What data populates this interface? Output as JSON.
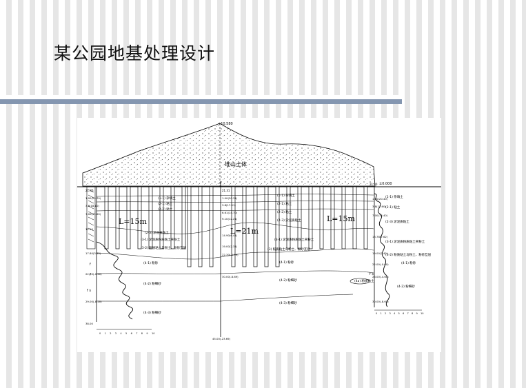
{
  "title": "某公园地基处理设计",
  "diagram": {
    "mound_label": "堆山土体",
    "top_elevation": "+10.580",
    "ground_level": "±0.000",
    "pile_left": "L=15m",
    "pile_center": "L=21m",
    "pile_right": "L=15m",
    "left_hole": {
      "top": "21.40",
      "elevations": [
        "1.00(20.70)",
        "3.6(18.10)",
        "7.00(15.90)",
        "12.10",
        "17.80(3.90)",
        "22.00(-0.60)",
        "29.00(-8.20)",
        "38.00"
      ],
      "layers": [
        "(1-1) 杂填土",
        "(2-1) 粘土",
        "(2-2) 粘土",
        "(2-3) 淤泥质粘土",
        "(3-1) 淤泥质粉质粘土夹粉土",
        "(3-2) 粉质粘土与粉土、粉砂互层",
        "(4-1) 粉砂",
        "(4-2) 粉细砂",
        "(4-3) 粉细砂"
      ],
      "scale": [
        "0",
        "1",
        "2",
        "3",
        "4",
        "5",
        "6",
        "7",
        "8",
        "9",
        "10"
      ]
    },
    "center_hole": {
      "top": "21.31",
      "elevations": [
        "1.00(20.31)",
        "3.8(17.51)",
        "6.61(14.70)",
        "9.10(12.21)",
        "14.90(6.41)",
        "19.00(2.31)",
        "22.30(-0.99)",
        "30.00(-8.69)",
        "45.00(-23.69)"
      ],
      "layers": [
        "(1-1) 杂填土",
        "(2-1) 粘土",
        "(2-2) 粘土",
        "(2-3) 淤泥质粘土",
        "(3-1) 淤泥质粉质粘土夹粉土",
        "(3) 粉质粘土与粉土、粉砂互层",
        "(4-1) 粉砂",
        "(4-2) 粉细砂",
        "(4-3) 粉细砂"
      ]
    },
    "right_hole": {
      "top": "21.40",
      "elevations": [
        "1.00(20.40)",
        "3.8(17.60)",
        "7.00(14.40)",
        "13.78(7.62)",
        "19.00(2.40)",
        "22.00(-0.60)",
        "26.00(-4.60)",
        "30.00(-8.60)"
      ],
      "layers": [
        "(1-1) 杂填土",
        "(2-1) 粘土",
        "(2-3) 淤泥质粘土",
        "(3-1) 淤泥质粉质粘土夹粉土",
        "(3-2) 粉质粘土与粉土、粉砂互层",
        "(4-1) 粉砂",
        "(4a) 粉质粘土",
        "(4-2) 粉细砂"
      ],
      "scale": [
        "0",
        "1",
        "2",
        "3",
        "4",
        "5",
        "6",
        "7",
        "8",
        "9",
        "10"
      ]
    },
    "log_marks": [
      "f",
      "f",
      "f s",
      "f s"
    ],
    "colors": {
      "line": "#000000",
      "slide_rule": "#8496b0",
      "stripe": "#e6e6e6"
    }
  }
}
